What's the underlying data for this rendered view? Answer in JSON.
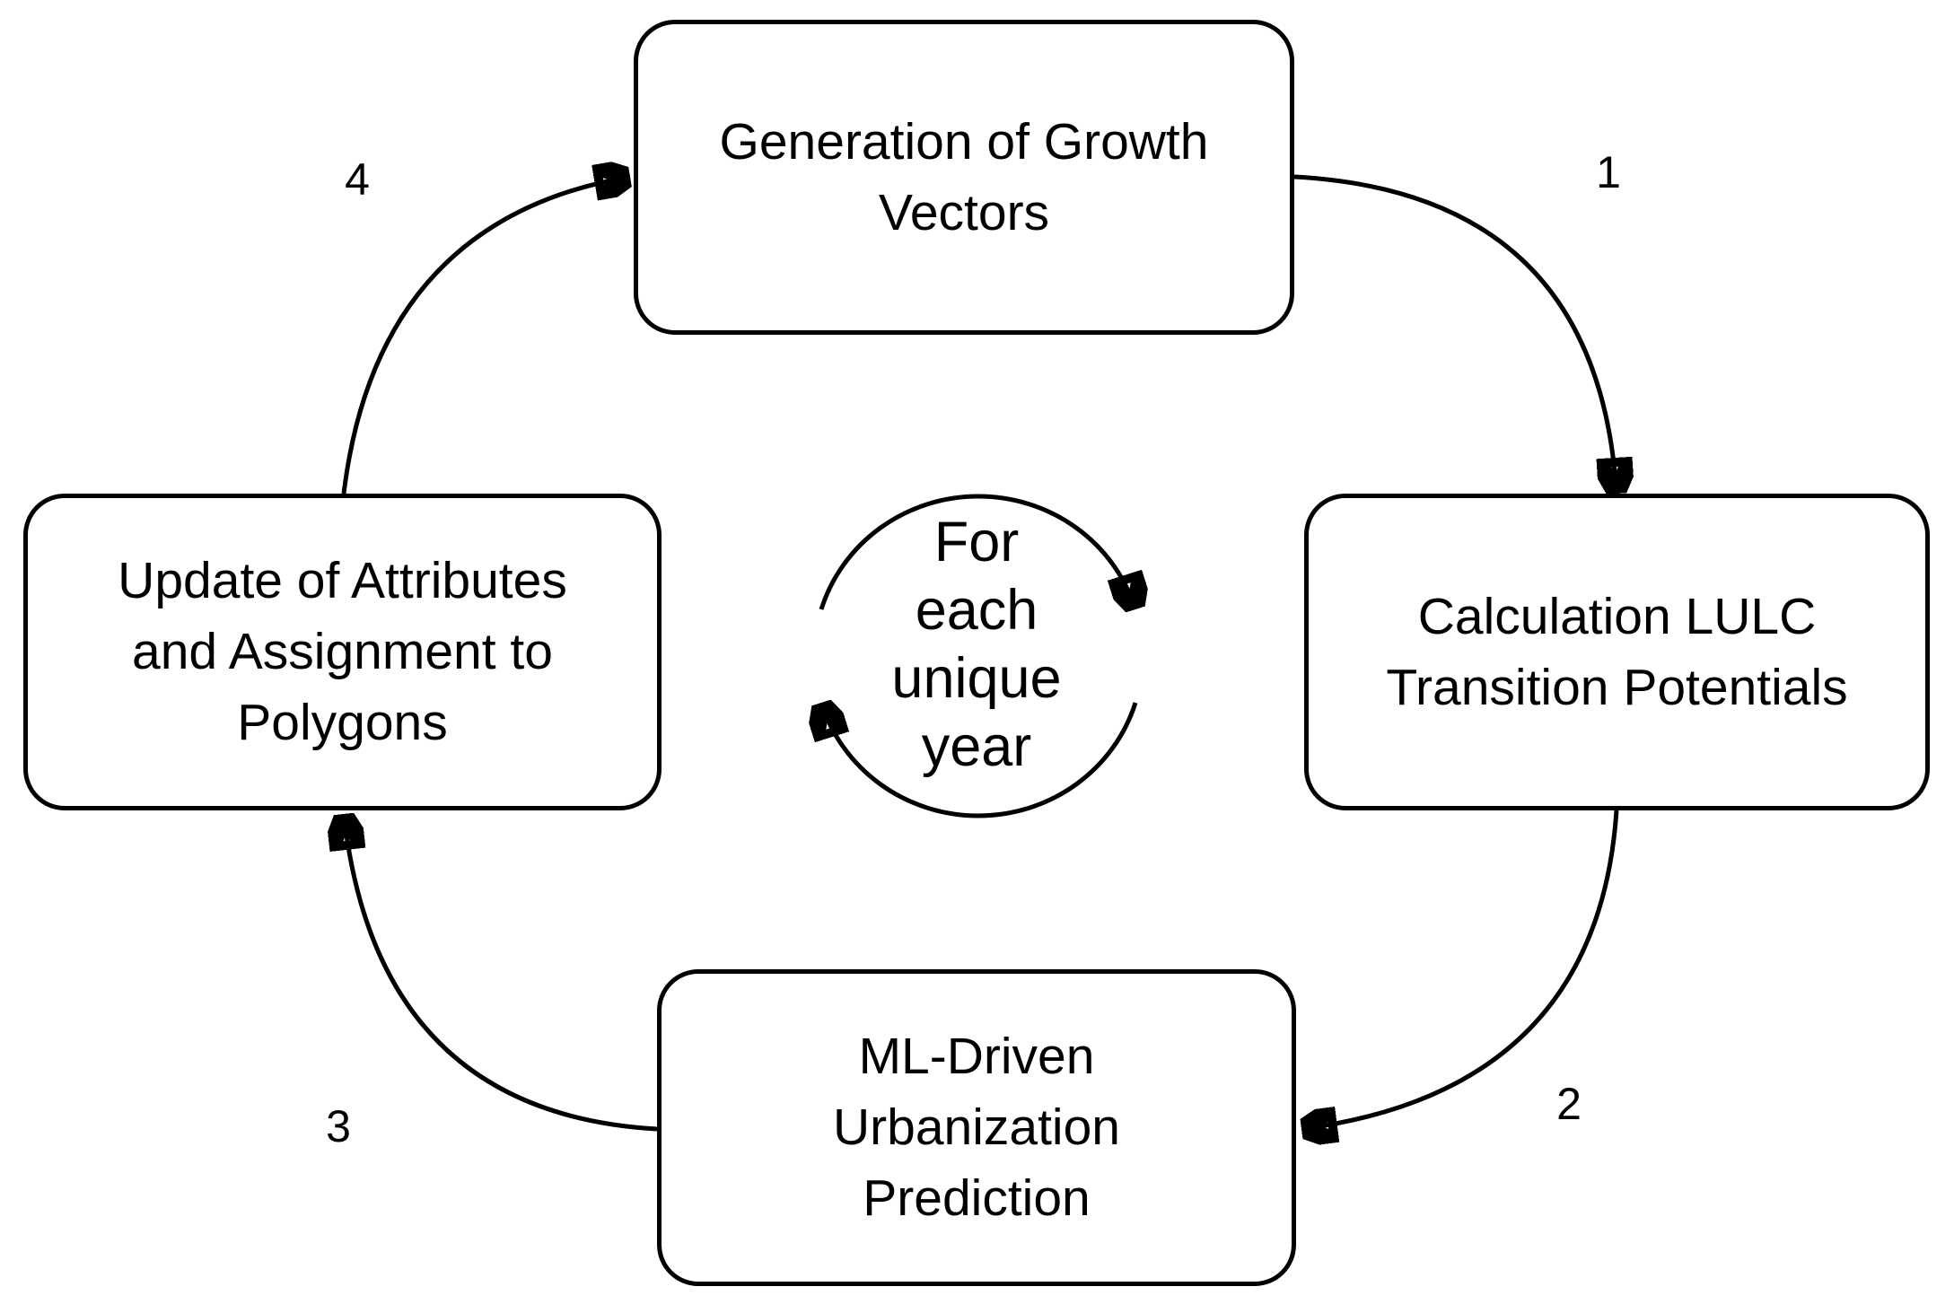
{
  "colors": {
    "ink": "#000000",
    "paper": "#ffffff"
  },
  "diagram": {
    "type": "process-cycle",
    "nodes": {
      "top": {
        "lines": [
          "Generation of Growth",
          "Vectors"
        ]
      },
      "right": {
        "lines": [
          "Calculation LULC",
          "Transition Potentials"
        ]
      },
      "bottom": {
        "lines": [
          "ML-Driven",
          "Urbanization",
          "Prediction"
        ]
      },
      "left": {
        "lines": [
          "Update of Attributes",
          "and Assignment to",
          "Polygons"
        ]
      }
    },
    "arrows": [
      {
        "label": "1",
        "from": "Generation of Growth Vectors",
        "to": "Calculation LULC Transition Potentials"
      },
      {
        "label": "2",
        "from": "Calculation LULC Transition Potentials",
        "to": "ML-Driven Urbanization Prediction"
      },
      {
        "label": "3",
        "from": "ML-Driven Urbanization Prediction",
        "to": "Update of Attributes and Assignment to Polygons"
      },
      {
        "label": "4",
        "from": "Update of Attributes and Assignment to Polygons",
        "to": "Generation of Growth Vectors"
      }
    ],
    "center_loop": {
      "lines": [
        "For",
        "each",
        "unique",
        "year"
      ]
    }
  }
}
